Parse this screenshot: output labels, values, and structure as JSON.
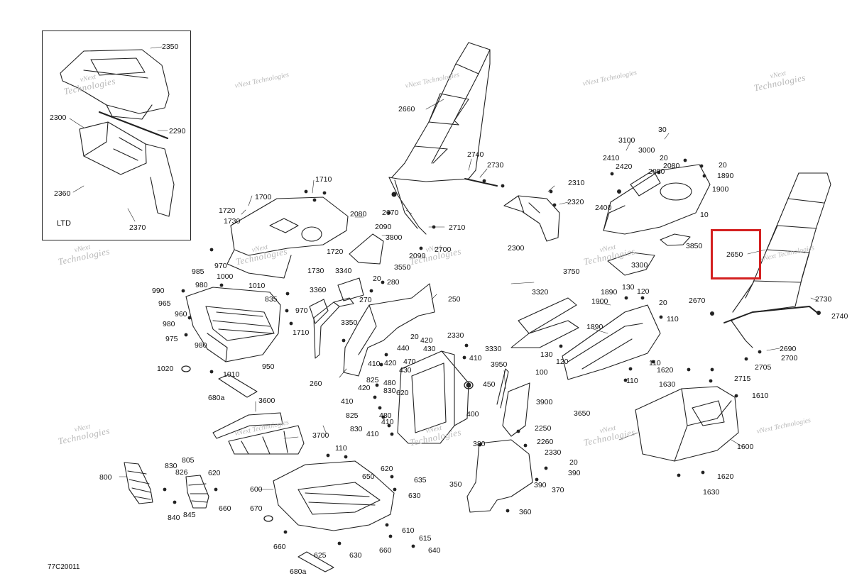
{
  "figure_code": "77C20011",
  "inset_label": "LTD",
  "highlighted_part": "2650",
  "watermark": {
    "line1": "vNext",
    "line2": "Technologies",
    "single": "vNext Technologies"
  },
  "labels": [
    "2350",
    "2300",
    "2290",
    "2360",
    "2370",
    "2660",
    "2740",
    "2730",
    "2670",
    "2710",
    "2700",
    "2090",
    "2310",
    "2320",
    "2300",
    "30",
    "3100",
    "3000",
    "2410",
    "2420",
    "20",
    "2080",
    "2090",
    "20",
    "1890",
    "1900",
    "2400",
    "10",
    "3850",
    "2650",
    "2670",
    "2730",
    "2740",
    "2690",
    "2700",
    "2705",
    "2715",
    "1710",
    "1700",
    "1720",
    "1730",
    "2080",
    "2090",
    "3800",
    "3550",
    "1720",
    "1730",
    "985",
    "1000",
    "970",
    "1010",
    "990",
    "980",
    "965",
    "960",
    "835",
    "970",
    "980",
    "975",
    "980",
    "1710",
    "1020",
    "1010",
    "950",
    "680a",
    "3340",
    "3360",
    "20",
    "280",
    "270",
    "250",
    "3350",
    "260",
    "20",
    "420",
    "440",
    "430",
    "2330",
    "410",
    "470",
    "410",
    "420",
    "430",
    "480",
    "825",
    "420",
    "830",
    "620",
    "450",
    "410",
    "825",
    "480",
    "410",
    "830",
    "410",
    "400",
    "3950",
    "3900",
    "3750",
    "3320",
    "1890",
    "130",
    "120",
    "1900",
    "20",
    "110",
    "1890",
    "3330",
    "130",
    "120",
    "110",
    "100",
    "110",
    "1620",
    "1630",
    "1610",
    "3650",
    "1600",
    "1620",
    "1630",
    "3300",
    "3600",
    "3700",
    "110",
    "800",
    "830",
    "805",
    "826",
    "620",
    "840",
    "845",
    "660",
    "600",
    "620",
    "650",
    "635",
    "630",
    "670",
    "610",
    "615",
    "660",
    "640",
    "630",
    "625",
    "660",
    "680a",
    "380",
    "2250",
    "2260",
    "2330",
    "20",
    "390",
    "390",
    "370",
    "350",
    "360"
  ],
  "colors": {
    "frame": "#222222",
    "highlight": "#d42020",
    "watermark": "#b9b9b9"
  }
}
